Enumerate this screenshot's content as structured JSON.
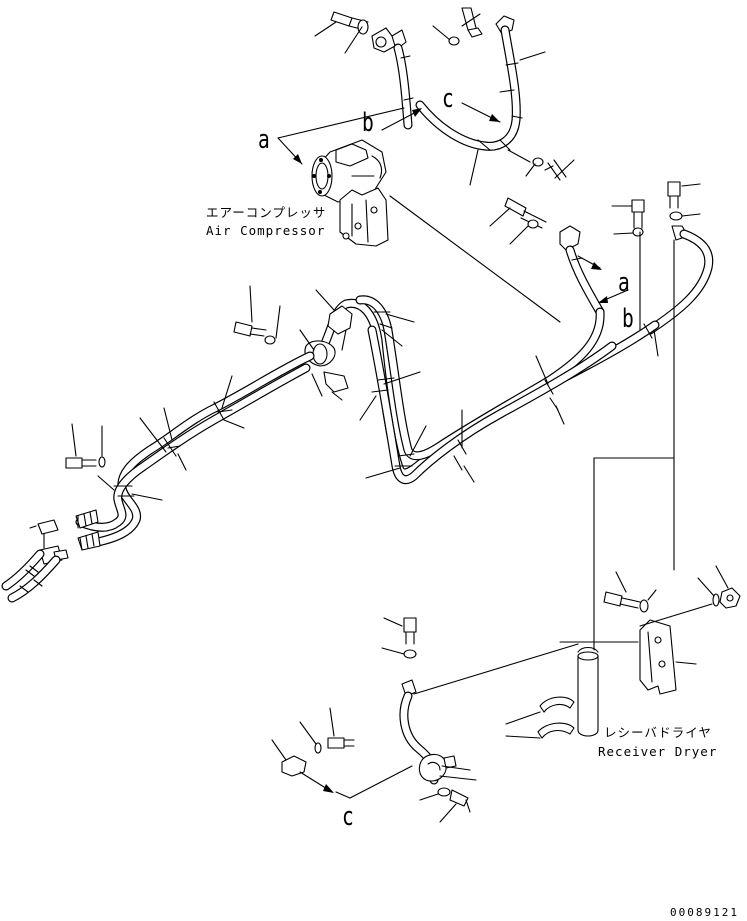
{
  "refs": {
    "a_top": "a",
    "b_top": "b",
    "c_top": "c",
    "a_mid": "a",
    "b_mid": "b",
    "c_bottom": "c"
  },
  "components": {
    "air_compressor_jp": "エアーコンプレッサ",
    "air_compressor_en": "Air Compressor",
    "receiver_dryer_jp": "レシーバドライヤ",
    "receiver_dryer_en": "Receiver Dryer"
  },
  "document_number": "00089121"
}
